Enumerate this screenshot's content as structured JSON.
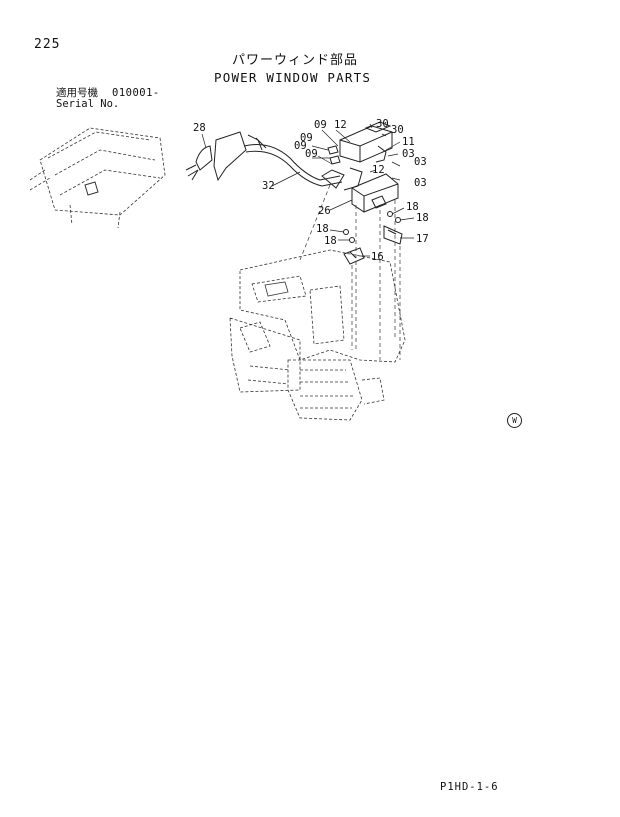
{
  "header": {
    "page_number": "225",
    "title_jp": "パワーウィンド部品",
    "title_en": "POWER WINDOW PARTS",
    "serial_label_jp": "適用号機",
    "serial_value": "010001-",
    "serial_label_en": "Serial No."
  },
  "callouts": [
    "28",
    "09",
    "12",
    "30",
    "30",
    "09",
    "11",
    "09",
    "03",
    "09",
    "03",
    "12",
    "03",
    "32",
    "26",
    "18",
    "18",
    "18",
    "17",
    "18",
    "16"
  ],
  "region_mark": "W",
  "footer": {
    "doc_code": "P1HD-1-6"
  }
}
